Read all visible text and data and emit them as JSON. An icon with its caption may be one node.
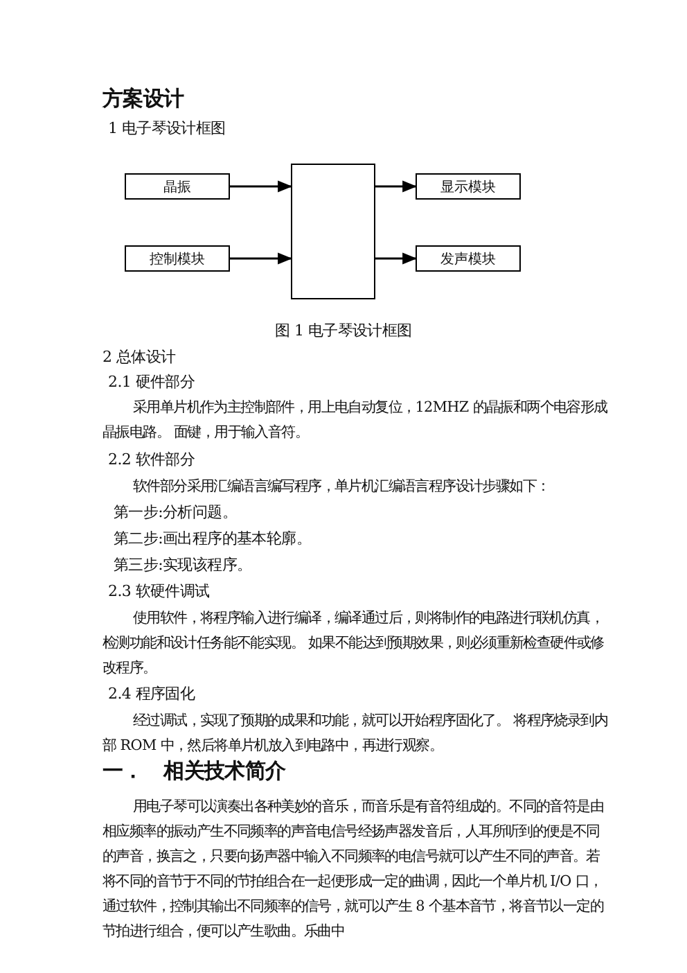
{
  "diagram": {
    "title": "方案设计",
    "caption": "图 1 电子琴设计框图",
    "nodes": [
      {
        "text": [
          "晶振"
        ]
      },
      {
        "text": [
          "控制模块"
        ]
      },
      {
        "text": [],
        "shape": "box"
      },
      {
        "text": [
          "显示模块"
        ]
      },
      {
        "text": [
          "发声模块"
        ]
      }
    ],
    "edges": [
      {
        "from": 0,
        "to": 2,
        "arrow": "to"
      },
      {
        "from": 1,
        "to": 2,
        "arrow": "to"
      },
      {
        "from": 2,
        "to": 3,
        "arrow": "to"
      },
      {
        "from": 2,
        "to": 4,
        "arrow": "to"
      }
    ],
    "labels": [
      "1 电子琴设计框图",
      "2 总体设计",
      "2.1 硬件部分",
      "采用单片机作为主控制部件，用上电自动复位，12MHZ 的晶振和两个电容形成晶振电路。 面键，用于输入音符。",
      "2.2 软件部分",
      "软件部分采用汇编语言编写程序，单片机汇编语言程序设计步骤如下：",
      "第一步:分析问题。",
      "第二步:画出程序的基本轮廓。",
      "第三步:实现该程序。",
      "2.3 软硬件调试",
      "使用软件，将程序输入进行编译，编译通过后，则将制作的电路进行联机仿真，检测功能和设计任务能不能实现。 如果不能达到预期效果，则必须重新检查硬件或修改程序。",
      "2.4 程序固化",
      "经过调试，实现了预期的成果和功能，就可以开始程序固化了。 将程序烧录到内部 ROM 中，然后将单片机放入到电路中，再进行观察。",
      "一．　相关技术简介",
      "用电子琴可以演奏出各种美妙的音乐，而音乐是有音符组成的。不同的音符是由相应频率的振动产生不同频率的声音电信号经扬声器发音后，人耳所听到的便是不同的声音，换言之，只要向扬声器中输入不同频率的电信号就可以产生不同的声音。若将不同的音节于不同的节拍组合在一起便形成一定的曲调，因此一个单片机 I/O 口，通过软件，控制其输出不同频率的信号，就可以产生 8 个基本音节，将音节以一定的节拍进行组合，便可以产生歌曲。乐曲中"
    ]
  }
}
